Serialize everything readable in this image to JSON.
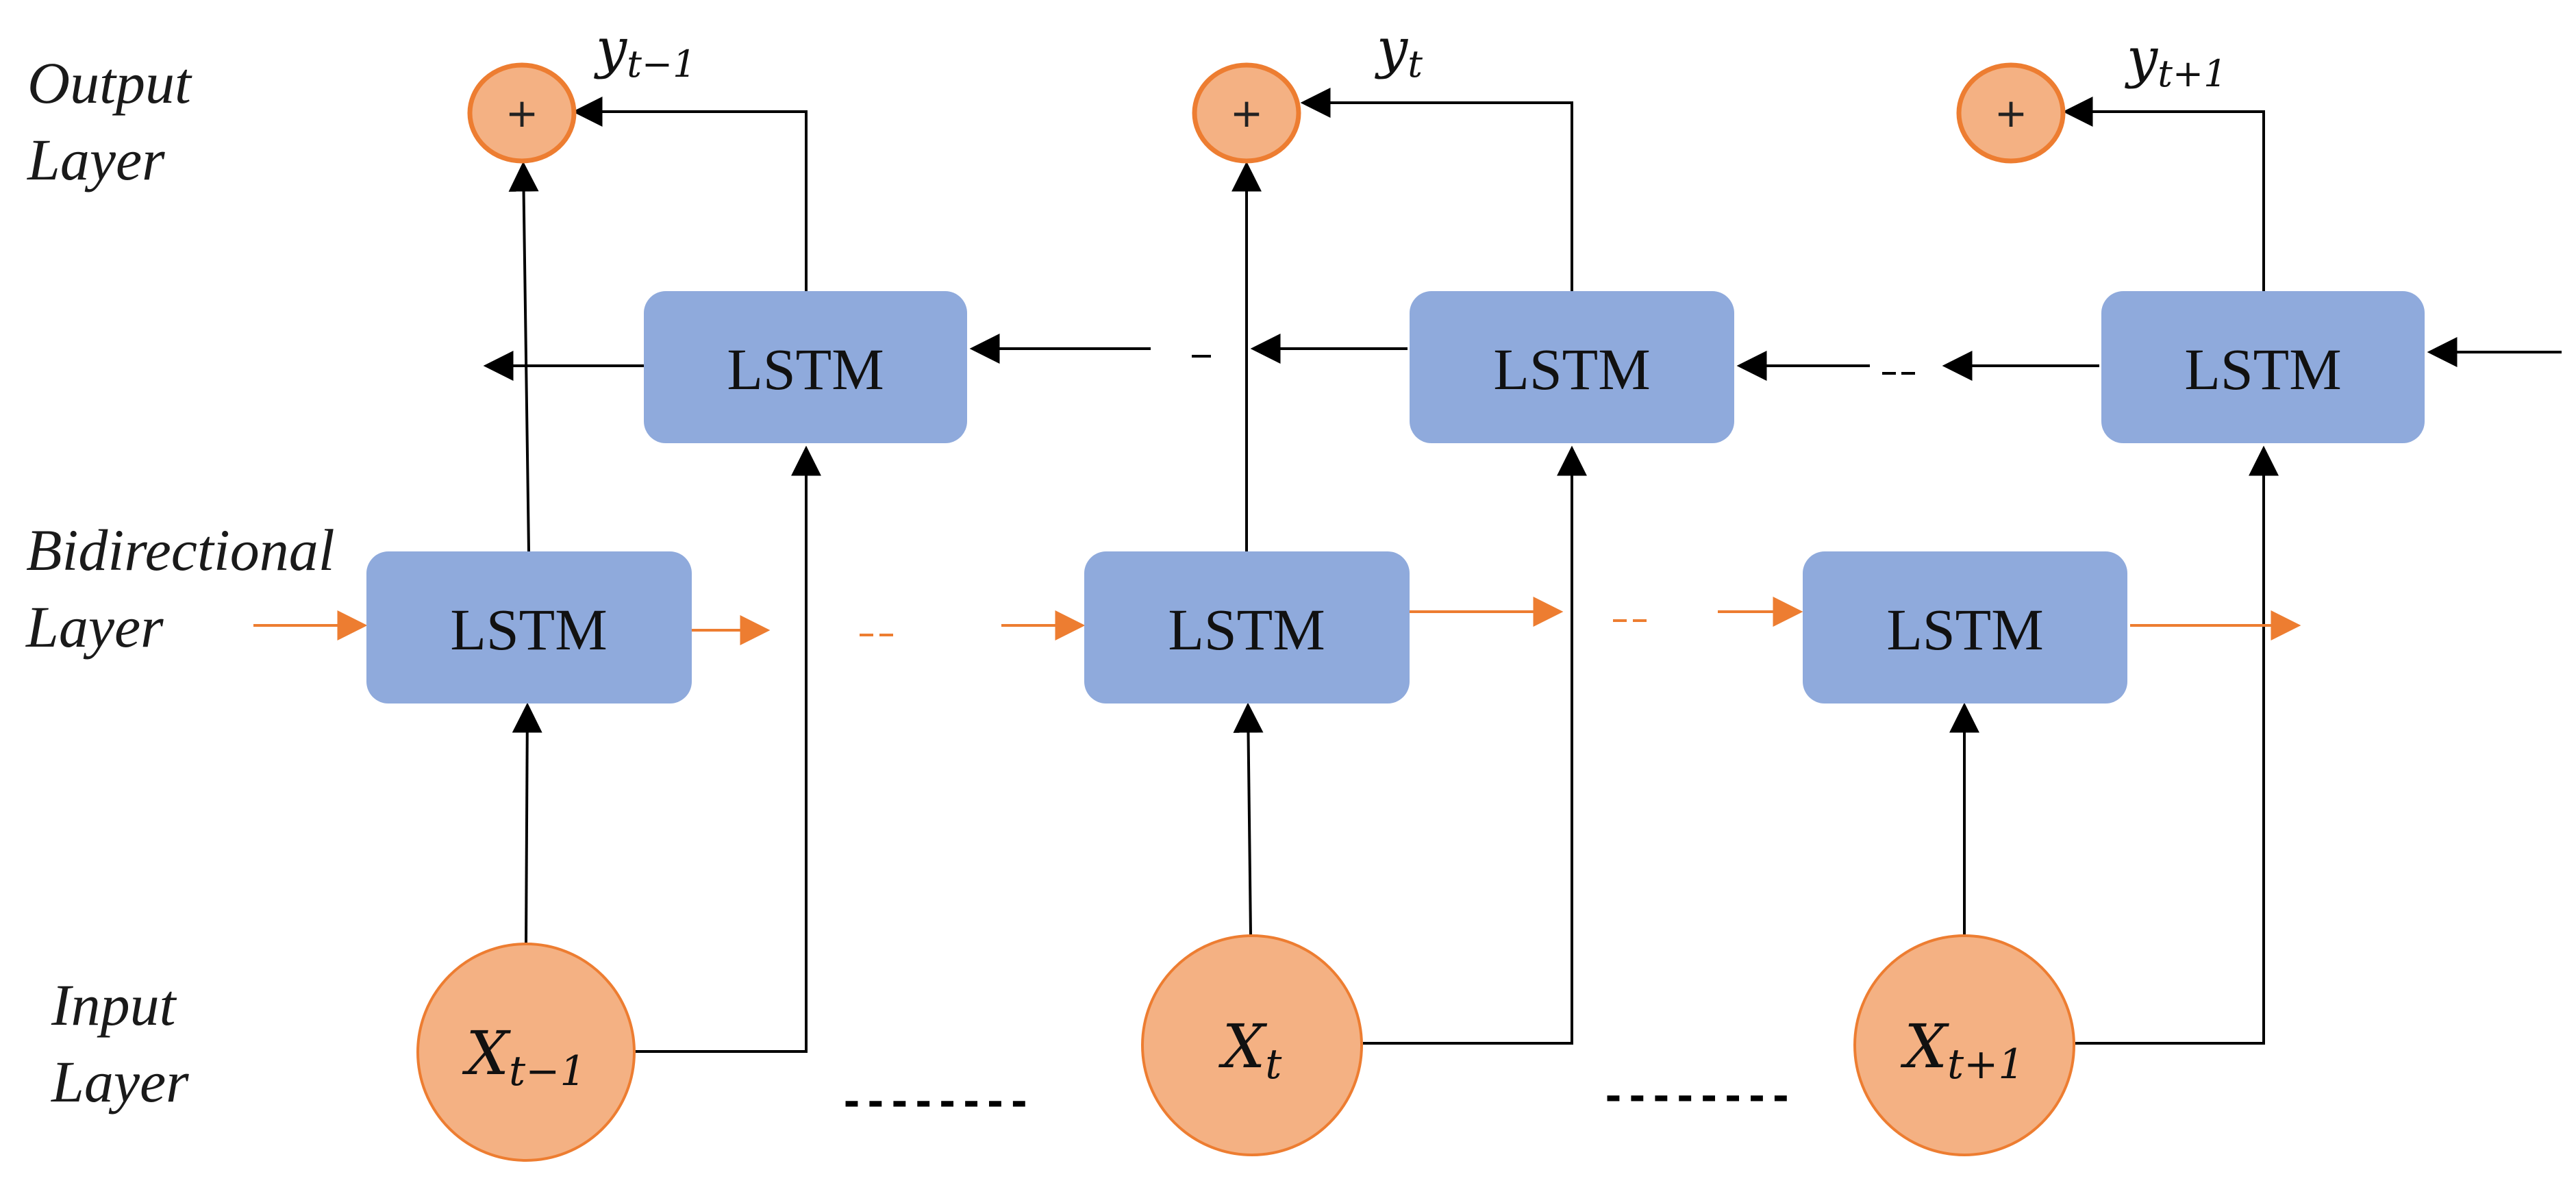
{
  "layers": {
    "output": [
      "Output",
      "Layer"
    ],
    "bidirectional": [
      "Bidirectional",
      "Layer"
    ],
    "input": [
      "Input",
      "Layer"
    ]
  },
  "cell_label": "LSTM",
  "plus_symbol": "+",
  "timesteps": [
    {
      "x_base": "X",
      "x_sub": "t−1",
      "y_base": "y",
      "y_sub": "t−1"
    },
    {
      "x_base": "X",
      "x_sub": "t",
      "y_base": "y",
      "y_sub": "t"
    },
    {
      "x_base": "X",
      "x_sub": "t+1",
      "y_base": "y",
      "y_sub": "t+1"
    }
  ],
  "ellipsis": "--------",
  "colors": {
    "lstm_fill": "#8FAADC",
    "node_fill": "#F4B183",
    "node_stroke": "#ED7D31",
    "forward_arrow": "#ED7D31",
    "forward_gap_dash": "#A9D18E",
    "backward_gap_dash": "#BDD7EE",
    "wire": "#000000"
  }
}
